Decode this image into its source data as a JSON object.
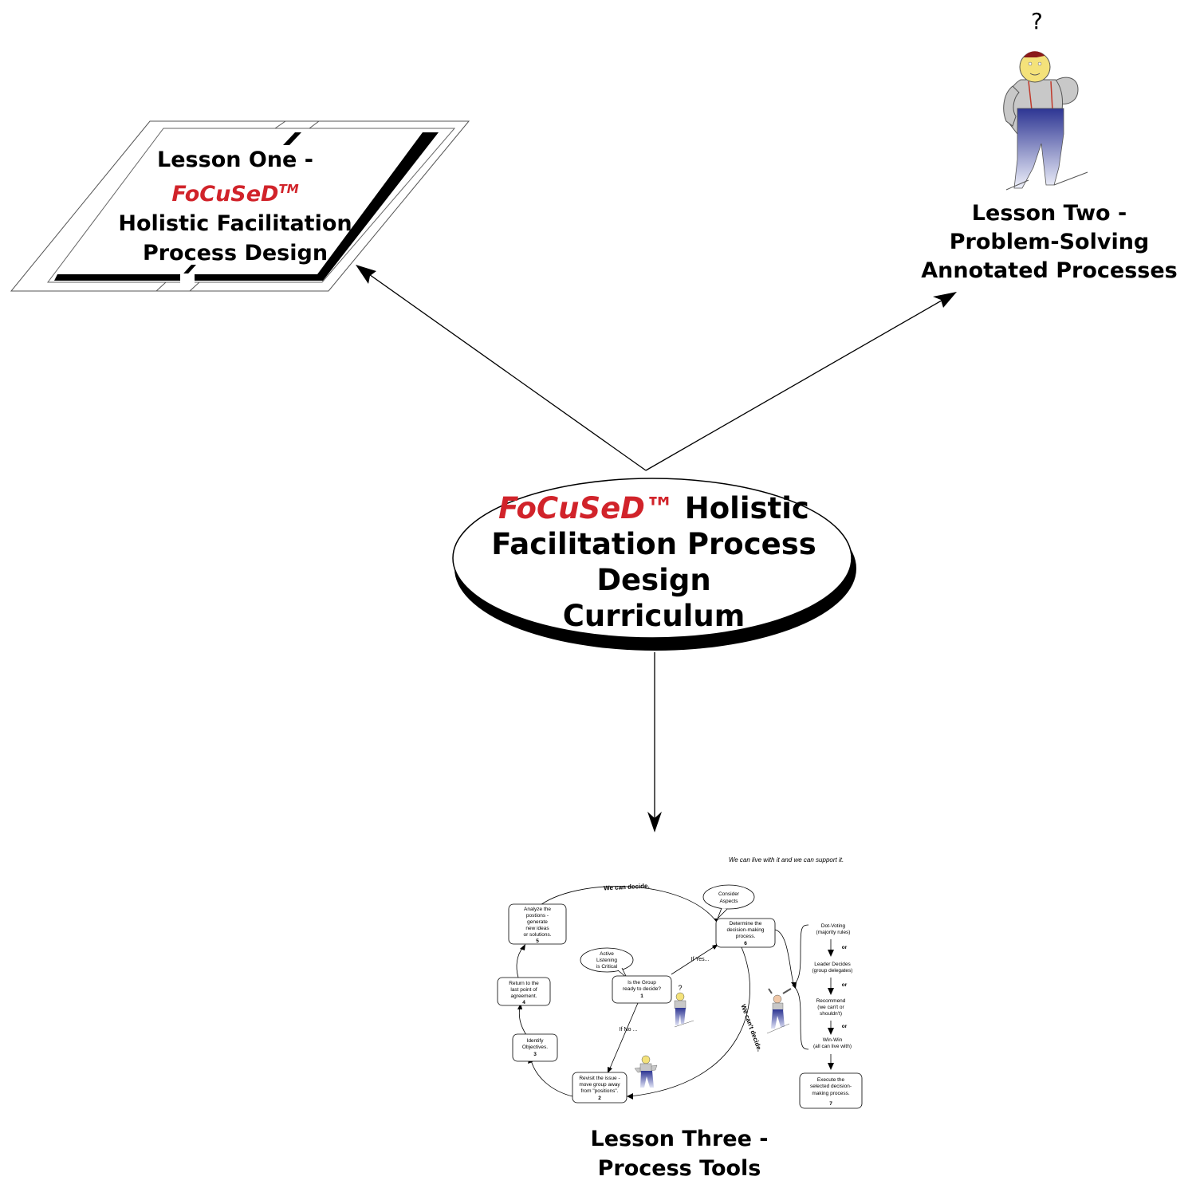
{
  "center": {
    "brand": "FoCuSeD™",
    "line1_rest": " Holistic",
    "line2": "Facilitation Process",
    "line3": "Design",
    "line4": "Curriculum"
  },
  "lesson_one": {
    "line1": "Lesson One -",
    "brand": "FoCuSeD",
    "tm": "TM",
    "line3": "Holistic Facilitation",
    "line4": "Process Design"
  },
  "lesson_two": {
    "question": "?",
    "line1": "Lesson Two -",
    "line2": "Problem-Solving",
    "line3": "Annotated Processes"
  },
  "lesson_three": {
    "line1": "Lesson Three -",
    "line2": "Process Tools"
  },
  "mini_diagram": {
    "top_note": "We can live with it and we can support it.",
    "we_can_decide": "We can decide.",
    "we_cant_decide": "We can't decide.",
    "if_yes": "If Yes...",
    "if_no": "If No ...",
    "consider": [
      "Consider",
      "Aspects"
    ],
    "active": [
      "Active",
      "Listening",
      "is Critical"
    ],
    "question_mark": "?",
    "step1": [
      "Is the Group",
      "ready to decide?",
      "1"
    ],
    "step2": [
      "Revisit the issue -",
      "move group away",
      "from \"positions\".",
      "2"
    ],
    "step3": [
      "Identify",
      "Objectives.",
      "3"
    ],
    "step4": [
      "Return to the",
      "last point of",
      "agreement.",
      "4"
    ],
    "step5": [
      "Analyze the",
      "postions -",
      "generate",
      "new ideas",
      "or solutions.",
      "5"
    ],
    "step6": [
      "Determine the",
      "decision-making",
      "process.",
      "6"
    ],
    "step7": [
      "Execute the",
      "selected decision-",
      "making process.",
      "7"
    ],
    "options": [
      [
        "Dot-Voting",
        "(majority rules)"
      ],
      [
        "Leader Decides",
        "(group delegates)"
      ],
      [
        "Recommend",
        "(we can't or",
        "shouldn't)"
      ],
      [
        "Win-Win",
        "(all can live with)"
      ]
    ],
    "or_label": "or"
  }
}
